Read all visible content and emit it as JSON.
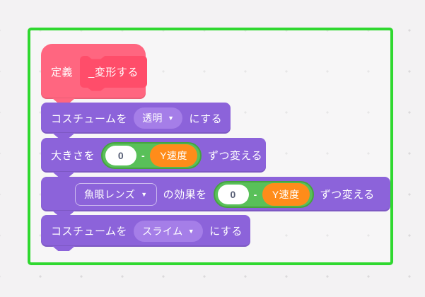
{
  "colors": {
    "frame_green": "#2fd82f",
    "looks_purple": "#8c63da",
    "dropdown_purple": "#a57ee8",
    "define_pink": "#ff6680",
    "define_inner_pink": "#ff4d6a",
    "operator_green": "#59c059",
    "operator_green_border": "#45a340",
    "variable_orange": "#ff8c1a",
    "canvas_bg": "#f3f2f3"
  },
  "icons": {
    "dropdown_arrow": "▼"
  },
  "blocks": {
    "define": {
      "keyword": "定義",
      "name": "_変形する"
    },
    "switch_costume_top": {
      "prefix": "コスチュームを",
      "value": "透明",
      "suffix": "にする"
    },
    "change_size": {
      "prefix": "大きさを",
      "num": "0",
      "op": "-",
      "var": "Y速度",
      "suffix": "ずつ変える"
    },
    "change_effect": {
      "effect": "魚眼レンズ",
      "label": "の効果を",
      "num": "0",
      "op": "-",
      "var": "Y速度",
      "suffix": "ずつ変える"
    },
    "switch_costume_bottom": {
      "prefix": "コスチュームを",
      "value": "スライム",
      "suffix": "にする"
    }
  }
}
